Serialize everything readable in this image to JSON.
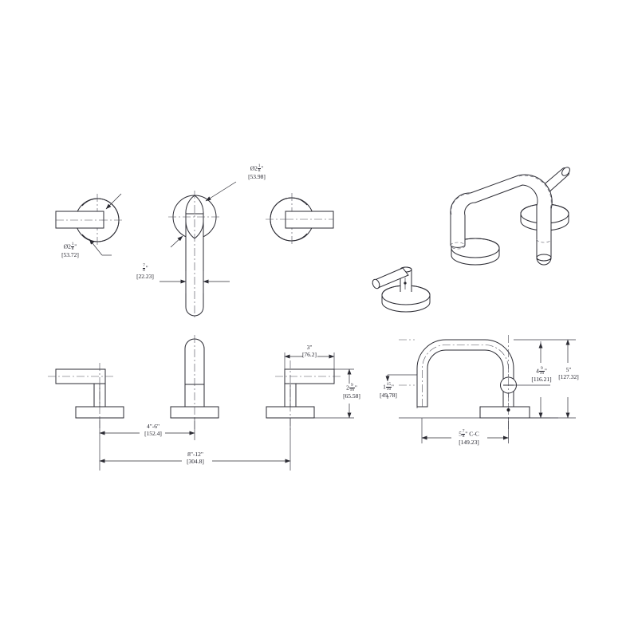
{
  "document": {
    "type": "technical-drawing",
    "subject": "Widespread lavatory faucet with two lever handles and gooseneck spout",
    "background_color": "#ffffff",
    "line_color": "#2b2b33"
  },
  "dimensions": {
    "handle_escutcheon_diameter": {
      "whole": "Ø2",
      "frac_num": "1",
      "frac_den": "8",
      "unit": "\"",
      "metric": "[53.72]"
    },
    "spout_escutcheon_diameter": {
      "whole": "Ø2",
      "frac_num": "1",
      "frac_den": "8",
      "unit": "\"",
      "metric": "[53.98]"
    },
    "spout_tube_width": {
      "whole": "",
      "frac_num": "7",
      "frac_den": "8",
      "unit": "\"",
      "metric": "[22.23]"
    },
    "handle_length": {
      "whole": "3",
      "frac_num": "",
      "frac_den": "",
      "unit": "\"",
      "metric": "[76.2]"
    },
    "handle_height": {
      "whole": "2",
      "frac_num": "9",
      "frac_den": "16",
      "unit": "\"",
      "metric": "[65.58]"
    },
    "handle_to_spout_spread": {
      "whole": "4\"-6",
      "frac_num": "",
      "frac_den": "",
      "unit": "\"",
      "metric": "[152.4]"
    },
    "overall_spread": {
      "whole": "8\"-12",
      "frac_num": "",
      "frac_den": "",
      "unit": "\"",
      "metric": "[304.8]"
    },
    "spout_projection_offset": {
      "whole": "1",
      "frac_num": "15",
      "frac_den": "16",
      "unit": "\"",
      "metric": "[49.78]"
    },
    "spout_reach_center": {
      "whole": "5",
      "frac_num": "7",
      "frac_den": "8",
      "unit": "\"",
      "suffix": " C-C",
      "metric": "[149.23]"
    },
    "aerator_height": {
      "whole": "4",
      "frac_num": "9",
      "frac_den": "16",
      "unit": "\"",
      "metric": "[116.21]"
    },
    "overall_height": {
      "whole": "5",
      "frac_num": "",
      "frac_den": "",
      "unit": "\"",
      "metric": "[127.32]"
    }
  },
  "views": [
    {
      "name": "plan-view-left-handle",
      "label": ""
    },
    {
      "name": "plan-view-spout",
      "label": ""
    },
    {
      "name": "plan-view-right-handle",
      "label": ""
    },
    {
      "name": "isometric-view-assembly",
      "label": ""
    },
    {
      "name": "elevation-left-handle",
      "label": ""
    },
    {
      "name": "elevation-spout-rear",
      "label": ""
    },
    {
      "name": "elevation-right-handle",
      "label": ""
    },
    {
      "name": "elevation-front-gooseneck",
      "label": ""
    }
  ]
}
